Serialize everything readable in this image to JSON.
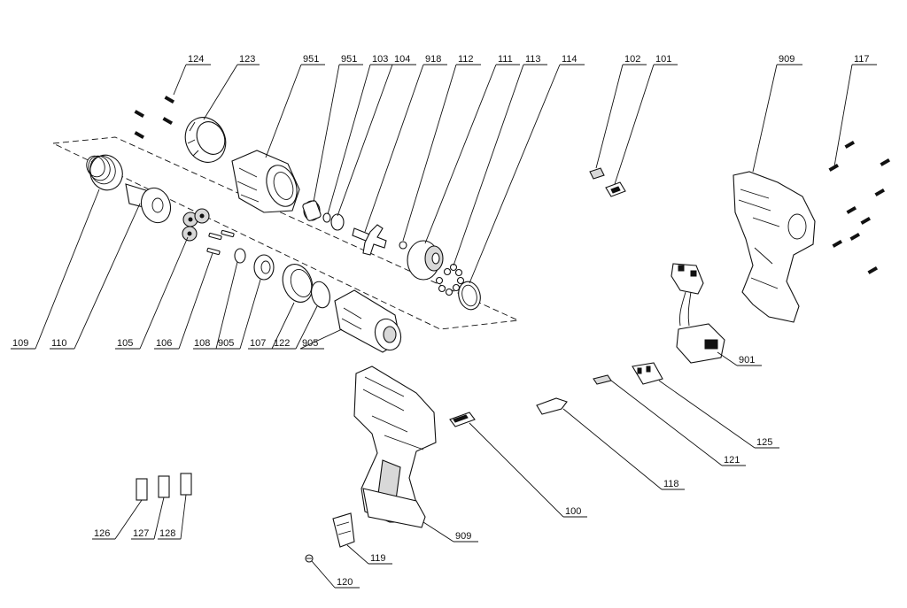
{
  "figure": {
    "labels": [
      {
        "id": "label-124",
        "text": "124"
      },
      {
        "id": "label-123",
        "text": "123"
      },
      {
        "id": "label-951a",
        "text": "951"
      },
      {
        "id": "label-951b",
        "text": "951"
      },
      {
        "id": "label-103",
        "text": "103"
      },
      {
        "id": "label-104",
        "text": "104"
      },
      {
        "id": "label-918",
        "text": "918"
      },
      {
        "id": "label-112",
        "text": "112"
      },
      {
        "id": "label-111",
        "text": "111"
      },
      {
        "id": "label-113",
        "text": "113"
      },
      {
        "id": "label-114",
        "text": "114"
      },
      {
        "id": "label-102",
        "text": "102"
      },
      {
        "id": "label-101",
        "text": "101"
      },
      {
        "id": "label-909a",
        "text": "909"
      },
      {
        "id": "label-117",
        "text": "117"
      },
      {
        "id": "label-109",
        "text": "109"
      },
      {
        "id": "label-110",
        "text": "110"
      },
      {
        "id": "label-105",
        "text": "105"
      },
      {
        "id": "label-106",
        "text": "106"
      },
      {
        "id": "label-108",
        "text": "108"
      },
      {
        "id": "label-905a",
        "text": "905"
      },
      {
        "id": "label-107",
        "text": "107"
      },
      {
        "id": "label-122",
        "text": "122"
      },
      {
        "id": "label-905b",
        "text": "905"
      },
      {
        "id": "label-901",
        "text": "901"
      },
      {
        "id": "label-125",
        "text": "125"
      },
      {
        "id": "label-121",
        "text": "121"
      },
      {
        "id": "label-118",
        "text": "118"
      },
      {
        "id": "label-100",
        "text": "100"
      },
      {
        "id": "label-909b",
        "text": "909"
      },
      {
        "id": "label-126",
        "text": "126"
      },
      {
        "id": "label-127",
        "text": "127"
      },
      {
        "id": "label-128",
        "text": "128"
      },
      {
        "id": "label-119",
        "text": "119"
      },
      {
        "id": "label-120",
        "text": "120"
      }
    ]
  }
}
